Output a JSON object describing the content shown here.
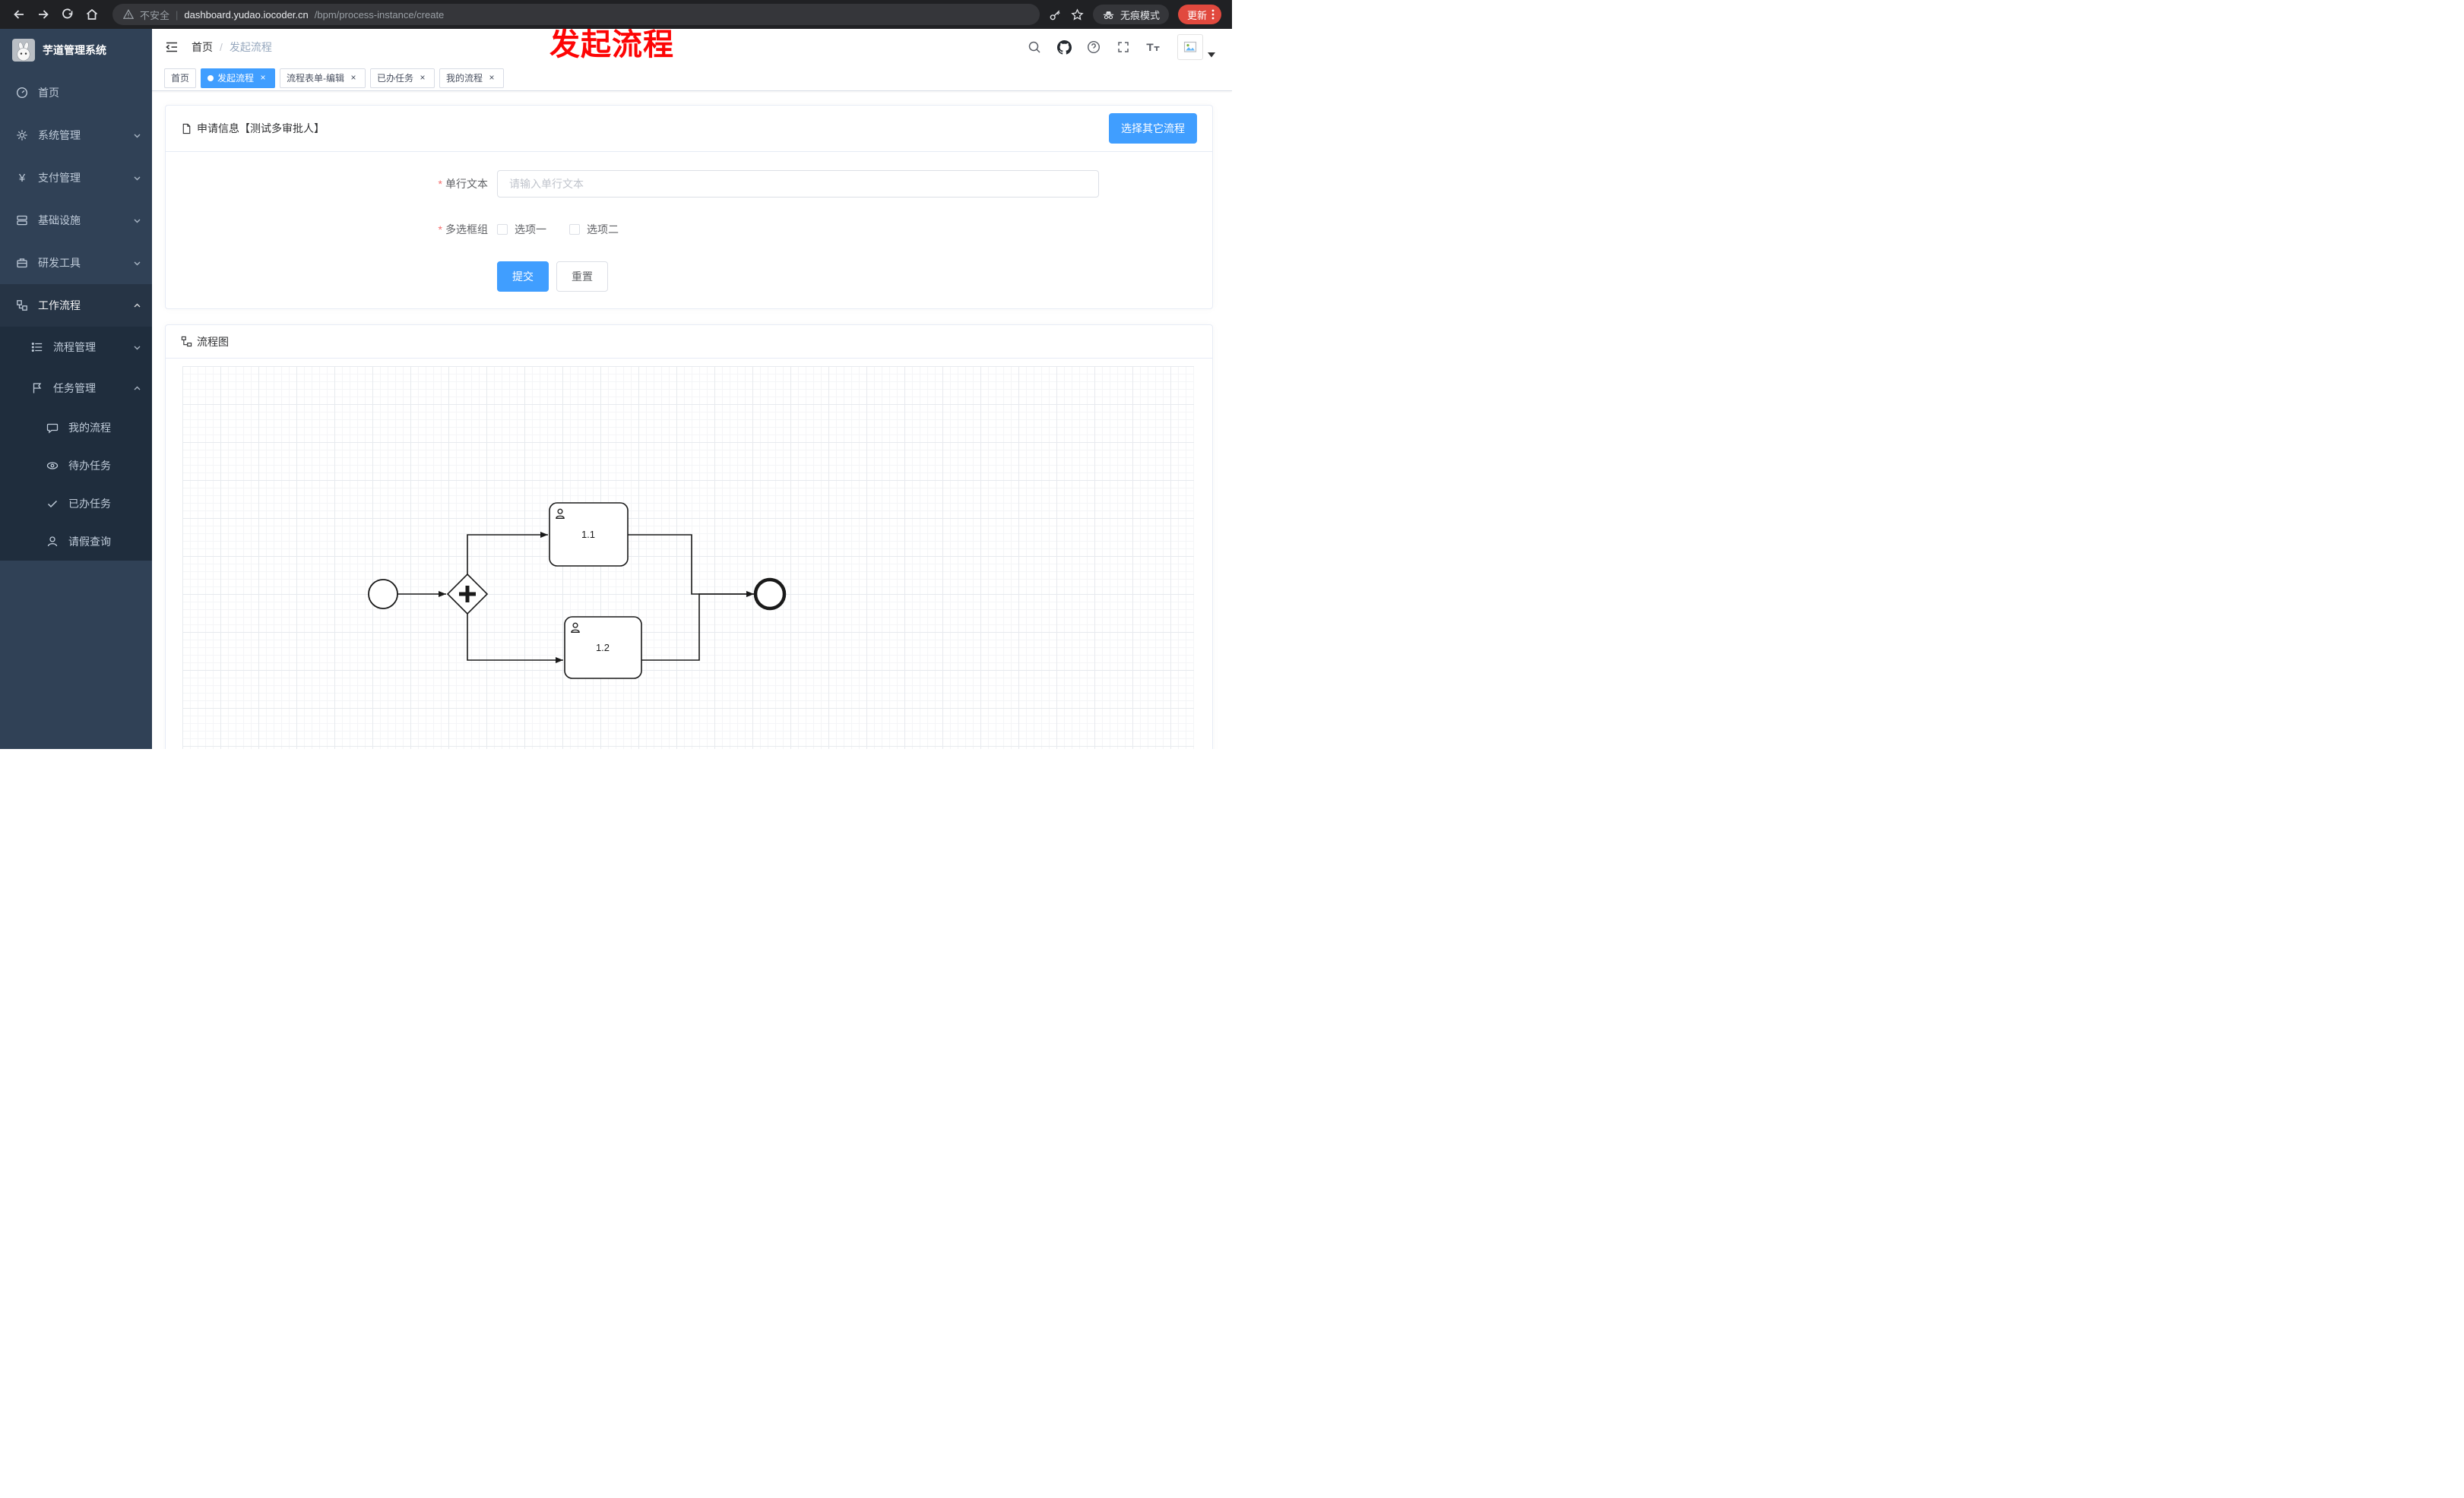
{
  "browser": {
    "security_label": "不安全",
    "url_divider": "|",
    "url_host": "dashboard.yudao.iocoder.cn",
    "url_path": "/bpm/process-instance/create",
    "incognito_label": "无痕模式",
    "update_label": "更新"
  },
  "annotation": {
    "text": "发起流程"
  },
  "sidebar": {
    "logo_title": "芋道管理系统",
    "items": [
      {
        "label": "首页"
      },
      {
        "label": "系统管理"
      },
      {
        "label": "支付管理"
      },
      {
        "label": "基础设施"
      },
      {
        "label": "研发工具"
      },
      {
        "label": "工作流程"
      }
    ],
    "workflow_children": [
      {
        "label": "流程管理"
      },
      {
        "label": "任务管理"
      }
    ],
    "task_children": [
      {
        "label": "我的流程"
      },
      {
        "label": "待办任务"
      },
      {
        "label": "已办任务"
      },
      {
        "label": "请假查询"
      }
    ]
  },
  "header": {
    "breadcrumb_home": "首页",
    "breadcrumb_separator": "/",
    "breadcrumb_current": "发起流程"
  },
  "tabs": [
    {
      "label": "首页",
      "active": false,
      "closable": false
    },
    {
      "label": "发起流程",
      "active": true,
      "closable": true
    },
    {
      "label": "流程表单-编辑",
      "active": false,
      "closable": true
    },
    {
      "label": "已办任务",
      "active": false,
      "closable": true
    },
    {
      "label": "我的流程",
      "active": false,
      "closable": true
    }
  ],
  "form_card": {
    "title": "申请信息【测试多审批人】",
    "select_other_label": "选择其它流程",
    "single_line": {
      "label": "单行文本",
      "placeholder": "请输入单行文本",
      "value": ""
    },
    "checkbox_group": {
      "label": "多选框组",
      "options": [
        {
          "label": "选项一",
          "checked": false
        },
        {
          "label": "选项二",
          "checked": false
        }
      ]
    },
    "submit_label": "提交",
    "reset_label": "重置"
  },
  "diagram_card": {
    "title": "流程图",
    "type": "bpmn",
    "nodes": {
      "start": "",
      "gateway": "parallel",
      "task1": "1.1",
      "task2": "1.2",
      "end": ""
    }
  },
  "colors": {
    "accent": "#409eff",
    "sidebar_bg": "#304156",
    "submenu_bg": "#1f2d3d",
    "tab_active": "#409eff",
    "annotation_red": "#fd0505",
    "update_badge_red": "#e1493e"
  },
  "icons": {
    "browser": [
      "back-icon",
      "forward-icon",
      "reload-icon",
      "home-icon",
      "warning-icon",
      "key-icon",
      "star-icon",
      "incognito-icon",
      "more-vert-icon"
    ],
    "header": [
      "menu-fold-icon",
      "search-icon",
      "github-icon",
      "help-icon",
      "fullscreen-icon",
      "font-size-icon",
      "broken-image-icon",
      "caret-down-icon"
    ],
    "sidebar": [
      "dashboard-icon",
      "gear-icon",
      "yen-icon",
      "server-icon",
      "toolbox-icon",
      "workflow-icon",
      "list-icon",
      "flag-icon",
      "chat-icon",
      "eye-icon",
      "check-icon",
      "person-icon",
      "chevron-down-icon",
      "chevron-up-icon"
    ],
    "cards": [
      "document-icon",
      "diagram-icon"
    ],
    "bpmn": [
      "start-event",
      "parallel-gateway",
      "user-task",
      "end-event"
    ]
  }
}
